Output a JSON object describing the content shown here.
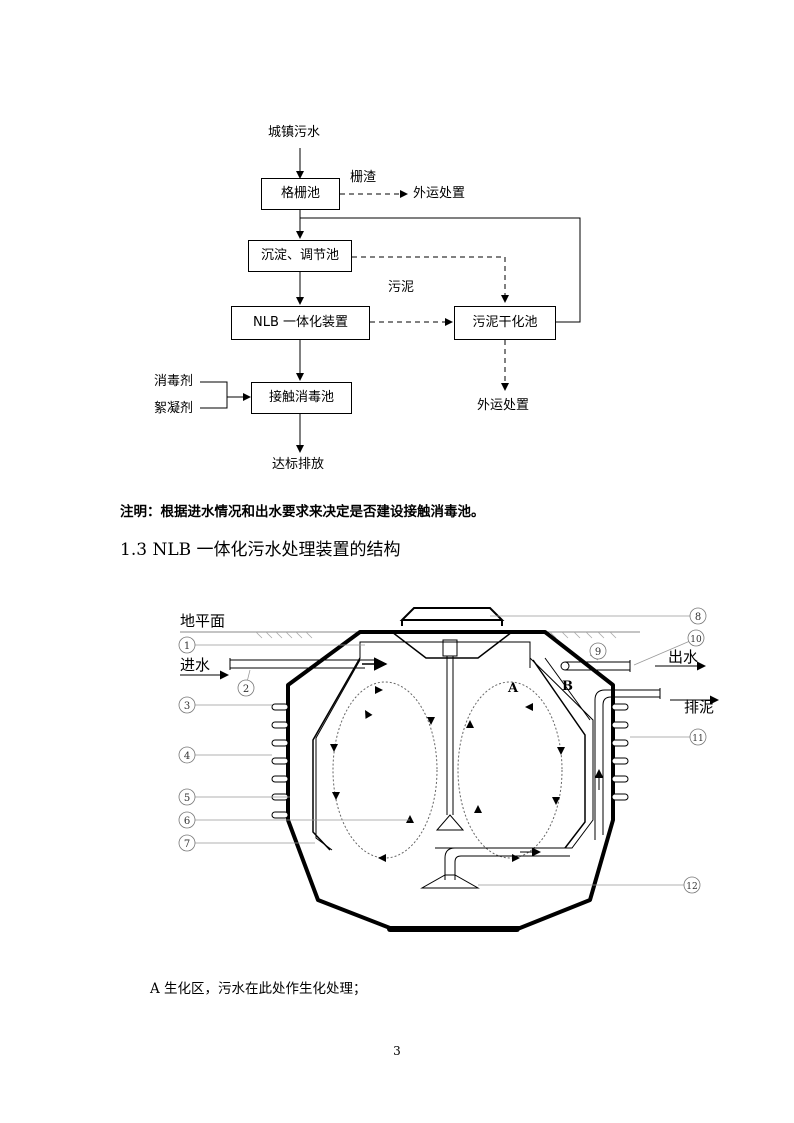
{
  "flowchart": {
    "source": "城镇污水",
    "grille_residue": "栅渣",
    "haul1": "外运处置",
    "grille_tank": "格栅池",
    "settle_tank": "沉淀、调节池",
    "sludge": "污泥",
    "nlb": "NLB 一体化装置",
    "dry_tank": "污泥干化池",
    "disinfectant": "消毒剂",
    "flocculant": "絮凝剂",
    "contact_tank": "接触消毒池",
    "haul2": "外运处置",
    "discharge": "达标排放"
  },
  "note": "注明：根据进水情况和出水要求来决定是否建设接触消毒池。",
  "section_heading": "1.3 NLB 一体化污水处理装置的结构",
  "diagram": {
    "ground": "地平面",
    "inlet": "进水",
    "outlet": "出水",
    "sludge_out": "排泥",
    "zone_a": "A",
    "zone_b": "B",
    "callouts": [
      "1",
      "2",
      "3",
      "4",
      "5",
      "6",
      "7",
      "8",
      "9",
      "10",
      "11",
      "12"
    ]
  },
  "paragraph": "A 生化区，污水在此处作生化处理；",
  "page_number": "3"
}
